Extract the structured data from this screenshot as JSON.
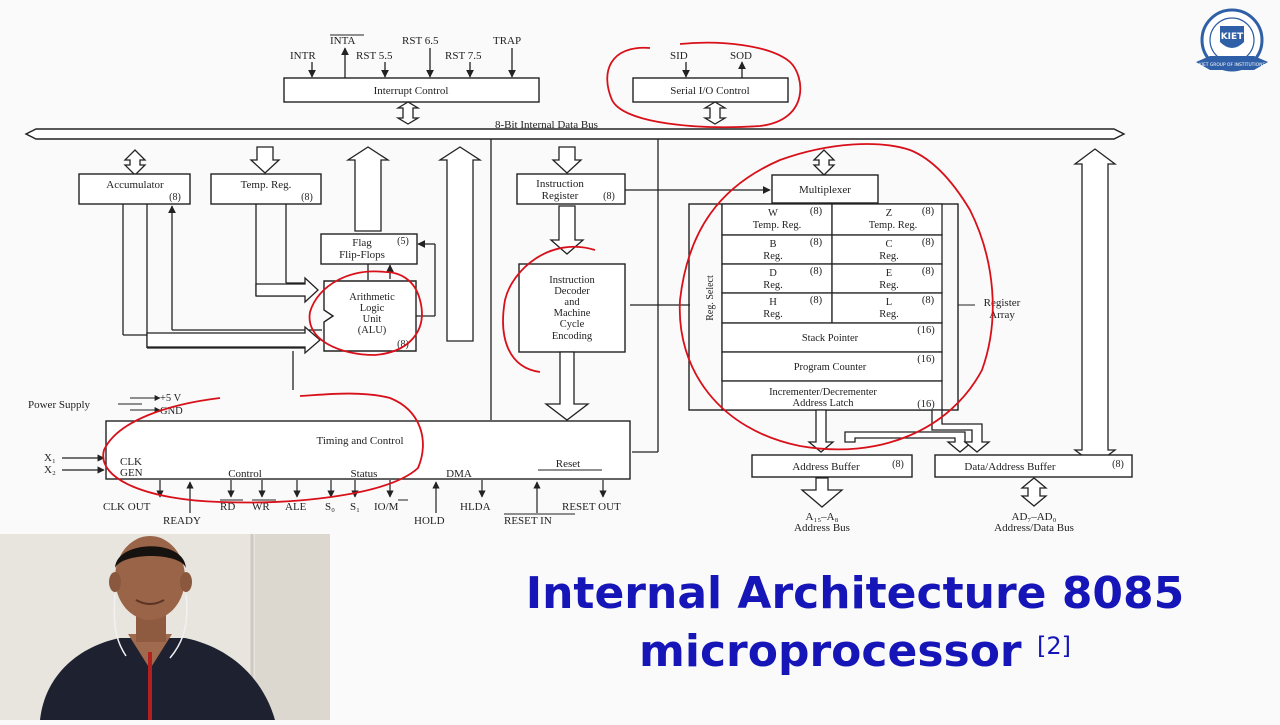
{
  "slide": {
    "title_line1": "Internal Architecture 8085",
    "title_line2": "microprocessor",
    "citation": "[2]"
  },
  "logo": {
    "text": "KIET",
    "ring_text": "KIET GROUP OF INSTITUTIONS"
  },
  "colors": {
    "title": "#1515b8",
    "annotation": "#d8101a",
    "diagram": "#222222",
    "logo": "#2f5fa6"
  },
  "diagram": {
    "interrupt_pins": [
      "INTR",
      "INTA",
      "RST 5.5",
      "RST 6.5",
      "RST 7.5",
      "TRAP"
    ],
    "interrupt_control": "Interrupt Control",
    "serial_pins": [
      "SID",
      "SOD"
    ],
    "serial_control": "Serial I/O Control",
    "bus_label": "8-Bit Internal Data Bus",
    "accumulator": {
      "name": "Accumulator",
      "bits": "(8)"
    },
    "temp_reg": {
      "name": "Temp. Reg.",
      "bits": "(8)"
    },
    "flag": {
      "line1": "Flag",
      "line2": "Flip-Flops",
      "bits": "(5)"
    },
    "alu": {
      "lines": [
        "Arithmetic",
        "Logic",
        "Unit",
        "(ALU)"
      ],
      "bits": "(8)"
    },
    "instruction_register": {
      "line1": "Instruction",
      "line2": "Register",
      "bits": "(8)"
    },
    "decoder": {
      "lines": [
        "Instruction",
        "Decoder",
        "and",
        "Machine",
        "Cycle",
        "Encoding"
      ]
    },
    "multiplexer": "Multiplexer",
    "reg_select": "Reg. Select",
    "register_array": {
      "line1": "Register",
      "line2": "Array"
    },
    "registers": [
      {
        "name": "W",
        "sub": "Temp. Reg.",
        "bits": "(8)"
      },
      {
        "name": "Z",
        "sub": "Temp. Reg.",
        "bits": "(8)"
      },
      {
        "name": "B",
        "sub": "Reg.",
        "bits": "(8)"
      },
      {
        "name": "C",
        "sub": "Reg.",
        "bits": "(8)"
      },
      {
        "name": "D",
        "sub": "Reg.",
        "bits": "(8)"
      },
      {
        "name": "E",
        "sub": "Reg.",
        "bits": "(8)"
      },
      {
        "name": "H",
        "sub": "Reg.",
        "bits": "(8)"
      },
      {
        "name": "L",
        "sub": "Reg.",
        "bits": "(8)"
      }
    ],
    "stack_pointer": {
      "name": "Stack Pointer",
      "bits": "(16)"
    },
    "program_counter": {
      "name": "Program Counter",
      "bits": "(16)"
    },
    "incrementer": {
      "line1": "Incrementer/Decrementer",
      "line2": "Address Latch",
      "bits": "(16)"
    },
    "power_supply": {
      "label": "Power Supply",
      "plus5": "+5 V",
      "gnd": "GND"
    },
    "timing": {
      "title": "Timing and Control",
      "clk_gen1": "CLK",
      "clk_gen2": "GEN",
      "control": "Control",
      "status": "Status",
      "dma": "DMA",
      "reset": "Reset",
      "x1": "X₁",
      "x2": "X₂"
    },
    "bottom_pins_row1": [
      "CLK OUT",
      "RD",
      "WR",
      "ALE",
      "S₀",
      "S₁",
      "IO/M",
      "HLDA",
      "RESET OUT"
    ],
    "bottom_pins_row2": [
      "READY",
      "HOLD",
      "RESET IN"
    ],
    "address_buffer": {
      "name": "Address Buffer",
      "bits": "(8)"
    },
    "data_address_buffer": {
      "name": "Data/Address Buffer",
      "bits": "(8)"
    },
    "address_bus": {
      "line1": "A₁₅–A₈",
      "line2": "Address Bus"
    },
    "data_bus": {
      "line1": "AD₇–AD₀",
      "line2": "Address/Data Bus"
    }
  }
}
